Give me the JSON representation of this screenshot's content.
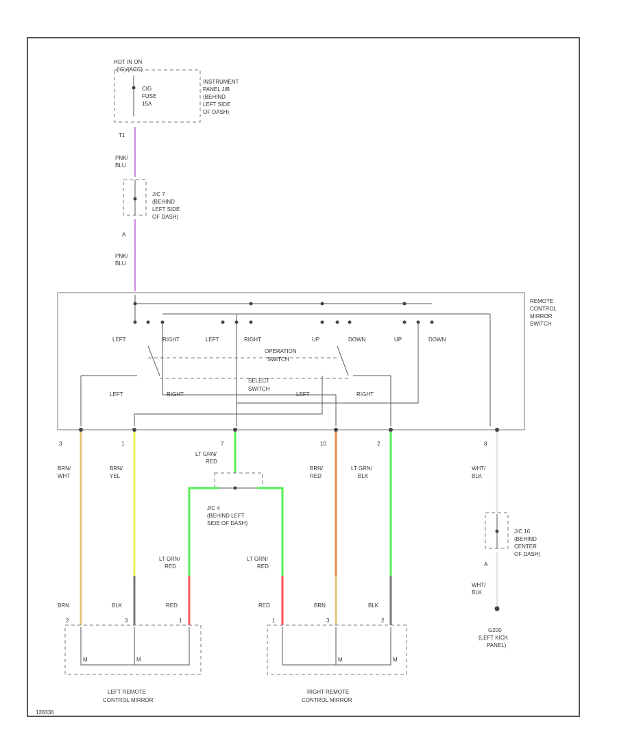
{
  "fuse": {
    "hot_label_1": "HOT IN ON",
    "hot_label_2": "(IG)/(ACC)",
    "name": "CIG",
    "type": "FUSE",
    "rating": "15A",
    "loc": [
      "INSTRUMENT",
      "PANEL J/B",
      "(BEHIND",
      "LEFT SIDE",
      "OF DASH)"
    ],
    "pin": "T1"
  },
  "wire_colors": {
    "pink": "#cc88dd",
    "tan": "#e6c27a",
    "yellow": "#eeee55",
    "ltgrn": "#55ee55",
    "red": "#ff5555",
    "orange": "#ee8844",
    "white": "#e5e5e5",
    "gray": "#777777"
  },
  "wire_labels": {
    "pnk1": [
      "PNK/",
      "BLU"
    ],
    "pnk2": [
      "PNK/",
      "BLU"
    ],
    "w3": [
      "BRN/",
      "WHT"
    ],
    "w1": [
      "BRN/",
      "YEL"
    ],
    "w7": [
      "LT GRN/",
      "RED"
    ],
    "w10": [
      "BRN/",
      "RED"
    ],
    "w2": [
      "LT GRN/",
      "BLK"
    ],
    "w8": [
      "WHT/",
      "BLK"
    ],
    "lgr_left": [
      "LT GRN/",
      "RED"
    ],
    "lgr_right": [
      "LT GRN/",
      "RED"
    ],
    "wb_bottom": [
      "WHT/",
      "BLK"
    ],
    "brn_l": "BRN",
    "blk_l": "BLK",
    "red_l": "RED",
    "red_r": "RED",
    "brn_r": "BRN",
    "blk_r": "BLK"
  },
  "jc7": {
    "loc": [
      "J/C 7",
      "(BEHIND",
      "LEFT SIDE",
      "OF DASH)"
    ],
    "pin": "A"
  },
  "jc4": {
    "loc": [
      "J/C 4",
      "(BEHIND LEFT",
      "SIDE OF DASH)"
    ]
  },
  "jc16": {
    "loc": [
      "J/C 16",
      "(BEHIND",
      "CENTER",
      "OF DASH)"
    ],
    "pin": "A"
  },
  "switch": {
    "name": [
      "REMOTE",
      "CONTROL",
      "MIRROR",
      "SWITCH"
    ],
    "positions": [
      "LEFT",
      "RIGHT",
      "LEFT",
      "RIGHT",
      "UP",
      "DOWN",
      "UP",
      "DOWN"
    ],
    "operation": [
      "OPERATION",
      "SWITCH"
    ],
    "select": [
      "SELECT",
      "SWITCH"
    ],
    "select_positions": [
      "LEFT",
      "RIGHT",
      "LEFT",
      "RIGHT"
    ],
    "pins": [
      "3",
      "1",
      "7",
      "10",
      "2",
      "8"
    ]
  },
  "mirrors": {
    "left": [
      "LEFT REMOTE",
      "CONTROL MIRROR"
    ],
    "right": [
      "RIGHT REMOTE",
      "CONTROL MIRROR"
    ],
    "left_pins": [
      "2",
      "3",
      "1"
    ],
    "right_pins": [
      "1",
      "3",
      "2"
    ]
  },
  "ground": {
    "name": "G200",
    "loc": [
      "(LEFT KICK",
      "PANEL)"
    ]
  },
  "figure_id": "128336"
}
